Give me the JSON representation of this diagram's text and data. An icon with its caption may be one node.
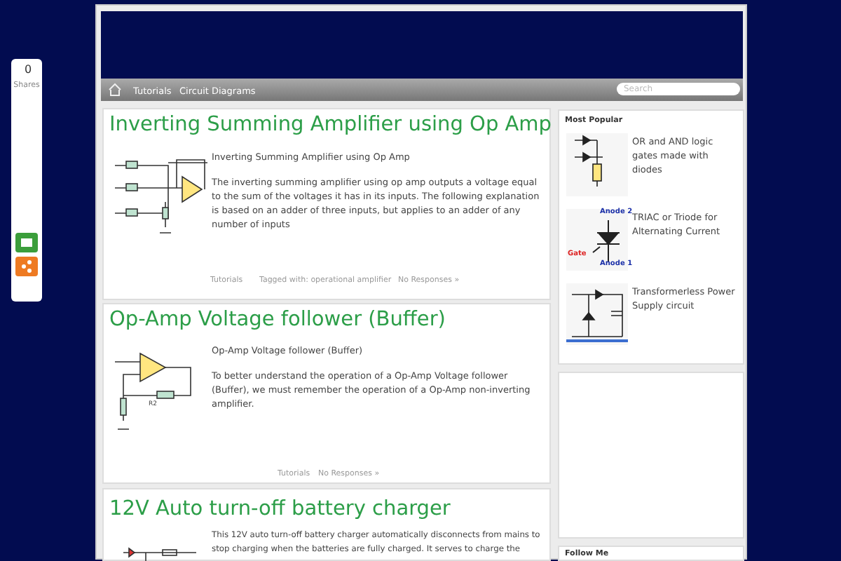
{
  "diagram": {
    "labels": [
      "0",
      "Shares",
      "Tutorials",
      "Circuit Diagrams",
      "Search",
      "Inverting Summing Amplifier using Op Amp",
      "Inverting Summing Amplifier using Op Amp",
      "The inverting summing amplifier using op amp outputs a voltage equal to the sum of the voltages it has in its inputs. The following explanation is based on an adder of three inputs, but applies to an adder of any number of inputs",
      "Tutorials",
      "Tagged with: operational amplifier",
      "No Responses »",
      "Op-Amp Voltage follower (Buffer)",
      "Op-Amp Voltage follower (Buffer)",
      "To better understand the operation of a Op-Amp Voltage follower (Buffer), we must remember the operation of a Op-Amp non-inverting amplifier.",
      "Tutorials",
      "No Responses »",
      "12V Auto turn-off battery charger",
      "This 12V auto turn-off battery charger automatically disconnects from mains to stop charging when the batteries are fully charged. It serves to charge the",
      "Most Popular",
      "OR and AND logic gates made with diodes",
      "TRIAC or Triode for Alternating Current",
      "Transformerless Power Supply circuit",
      "Follow Me",
      "Anode 2",
      "Gate",
      "Anode 1",
      "R2"
    ]
  }
}
